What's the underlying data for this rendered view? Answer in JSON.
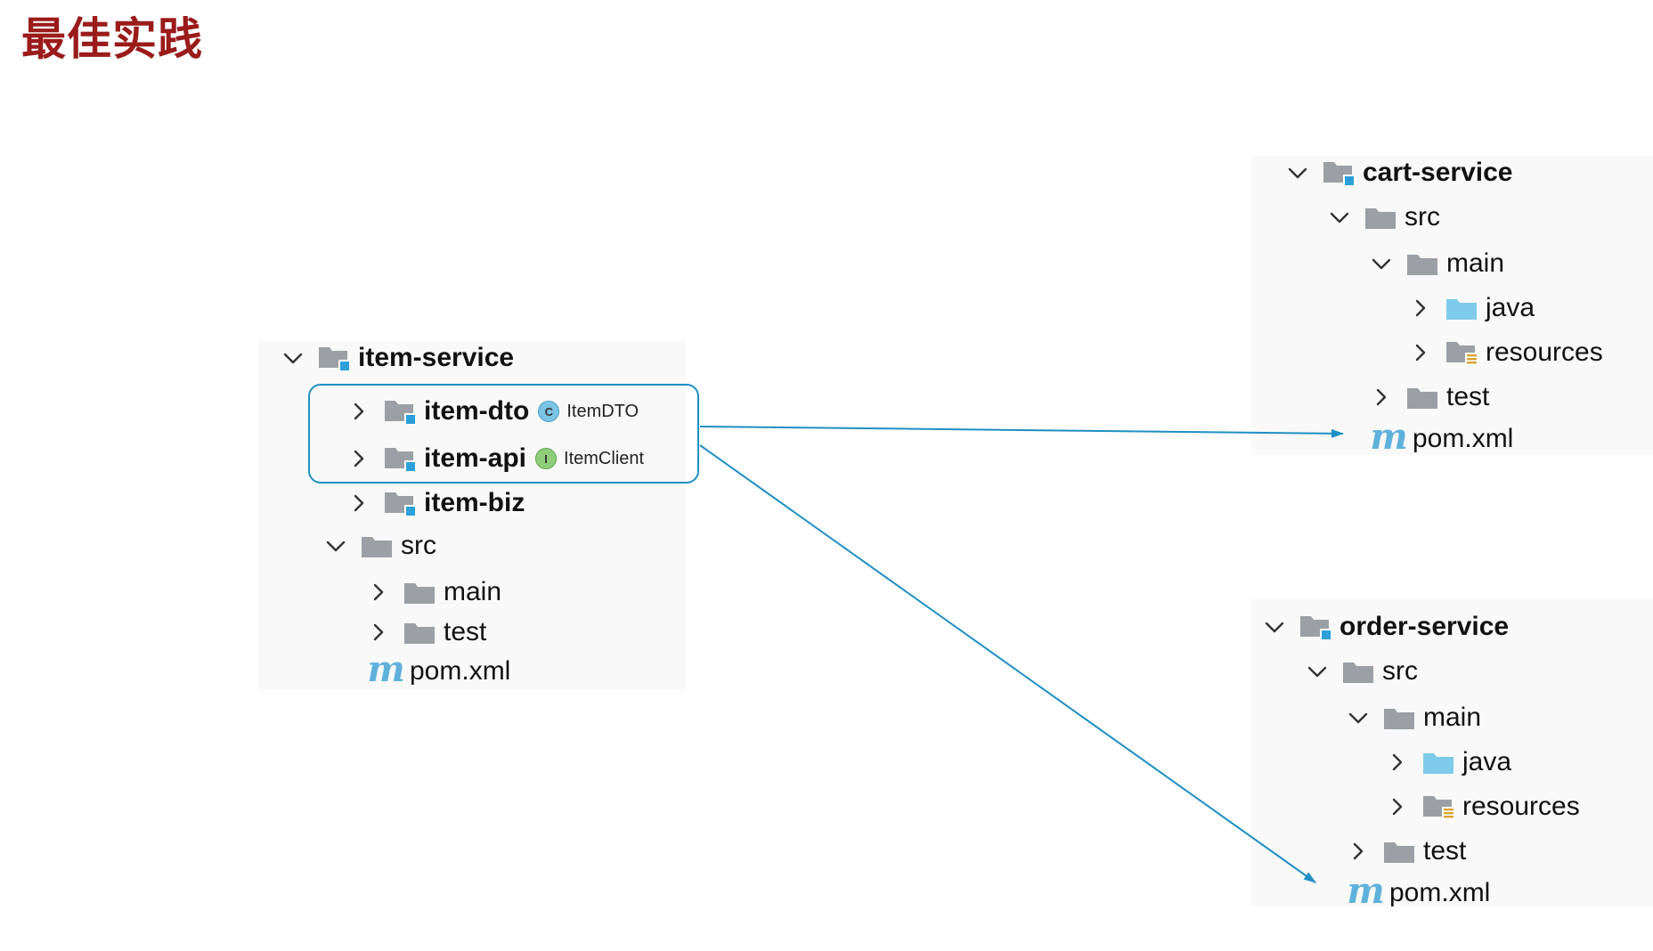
{
  "slide": {
    "title": "最佳实践"
  },
  "item_service": {
    "root": "item-service",
    "item_dto": {
      "label": "item-dto",
      "badge": "C",
      "hint": "ItemDTO"
    },
    "item_api": {
      "label": "item-api",
      "badge": "I",
      "hint": "ItemClient"
    },
    "item_biz": "item-biz",
    "src": "src",
    "main": "main",
    "test": "test",
    "pom": "pom.xml"
  },
  "cart_service": {
    "root": "cart-service",
    "src": "src",
    "main": "main",
    "java": "java",
    "resources": "resources",
    "test": "test",
    "pom": "pom.xml"
  },
  "order_service": {
    "root": "order-service",
    "src": "src",
    "main": "main",
    "java": "java",
    "resources": "resources",
    "test": "test",
    "pom": "pom.xml"
  },
  "icons": {
    "maven": "m",
    "chevron_right": "chevron-right-icon",
    "chevron_down": "chevron-down-icon",
    "folder": "folder-icon",
    "module_folder": "module-folder-icon",
    "source_folder": "source-folder-icon",
    "resources_folder": "resources-folder-icon"
  },
  "colors": {
    "title": "#9b1b1b",
    "arrow": "#1f8fc4",
    "folder_gray": "#9aa0a6",
    "source_folder": "#7fcbeb",
    "module_marker": "#2d9fd9",
    "maven": "#5fb1dc"
  }
}
